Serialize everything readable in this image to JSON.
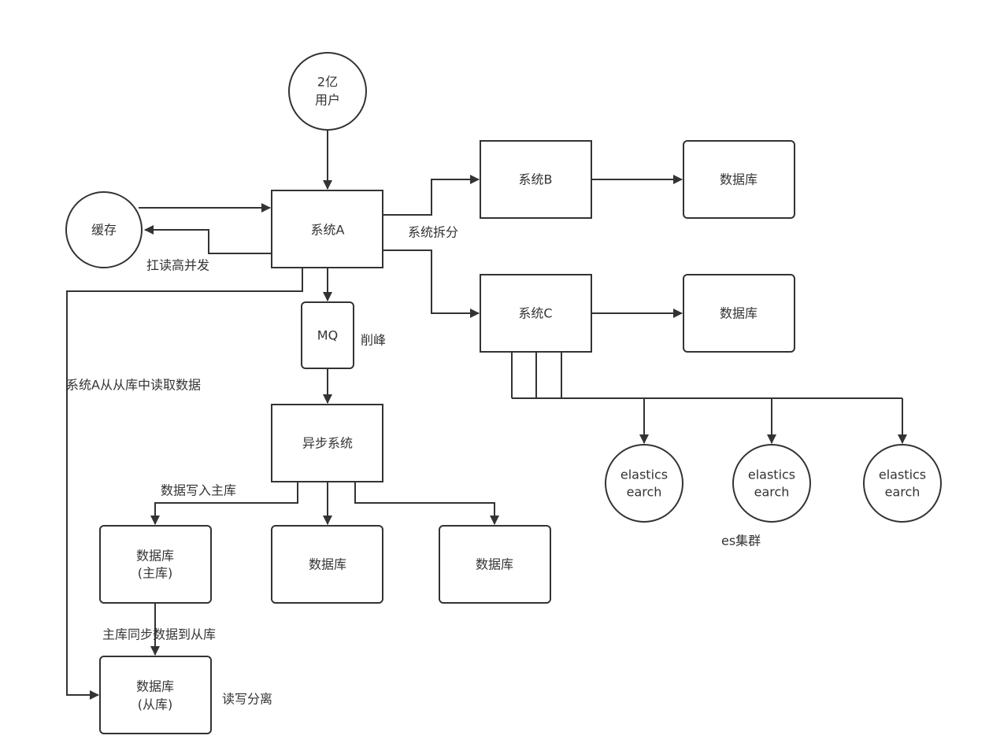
{
  "diagram": {
    "colors": {
      "stroke": "#333333",
      "fill": "#ffffff",
      "text": "#333333"
    },
    "nodes": {
      "users": {
        "lines": [
          "2亿",
          "用户"
        ],
        "shape": "circle"
      },
      "cache": {
        "lines": [
          "缓存"
        ],
        "shape": "circle"
      },
      "system_a": {
        "lines": [
          "系统A"
        ],
        "shape": "rect"
      },
      "system_b": {
        "lines": [
          "系统B"
        ],
        "shape": "rect"
      },
      "system_c": {
        "lines": [
          "系统C"
        ],
        "shape": "rect"
      },
      "db_b": {
        "lines": [
          "数据库"
        ],
        "shape": "rounded-rect"
      },
      "db_c": {
        "lines": [
          "数据库"
        ],
        "shape": "rounded-rect"
      },
      "mq": {
        "lines": [
          "MQ"
        ],
        "shape": "rounded-rect"
      },
      "async_system": {
        "lines": [
          "异步系统"
        ],
        "shape": "rect"
      },
      "db_master": {
        "lines": [
          "数据库",
          "(主库)"
        ],
        "shape": "rounded-rect"
      },
      "db_async_2": {
        "lines": [
          "数据库"
        ],
        "shape": "rounded-rect"
      },
      "db_async_3": {
        "lines": [
          "数据库"
        ],
        "shape": "rounded-rect"
      },
      "db_slave": {
        "lines": [
          "数据库",
          "(从库)"
        ],
        "shape": "rounded-rect"
      },
      "es_1": {
        "lines": [
          "elastics",
          "earch"
        ],
        "shape": "circle"
      },
      "es_2": {
        "lines": [
          "elastics",
          "earch"
        ],
        "shape": "circle"
      },
      "es_3": {
        "lines": [
          "elastics",
          "earch"
        ],
        "shape": "circle"
      }
    },
    "labels": {
      "high_concurrency": "扛读高并发",
      "system_split": "系统拆分",
      "peak_shaving": "削峰",
      "read_from_slave": "系统A从从库中读取数据",
      "write_master": "数据写入主库",
      "sync_master_slave": "主库同步数据到从库",
      "read_write_split": "读写分离",
      "es_cluster": "es集群"
    },
    "edges": [
      {
        "from": "users",
        "to": "system_a"
      },
      {
        "from": "cache",
        "to": "system_a"
      },
      {
        "from": "system_a",
        "to": "cache",
        "label": "high_concurrency"
      },
      {
        "from": "system_a",
        "to": "system_b",
        "label": "system_split"
      },
      {
        "from": "system_a",
        "to": "system_c",
        "label": "system_split"
      },
      {
        "from": "system_b",
        "to": "db_b"
      },
      {
        "from": "system_c",
        "to": "db_c"
      },
      {
        "from": "system_a",
        "to": "mq",
        "label": "peak_shaving"
      },
      {
        "from": "mq",
        "to": "async_system"
      },
      {
        "from": "async_system",
        "to": "db_master",
        "label": "write_master"
      },
      {
        "from": "async_system",
        "to": "db_async_2"
      },
      {
        "from": "async_system",
        "to": "db_async_3"
      },
      {
        "from": "db_master",
        "to": "db_slave",
        "label": "sync_master_slave"
      },
      {
        "from": "system_a",
        "to": "db_slave",
        "label": "read_from_slave"
      },
      {
        "from": "system_c",
        "to": "es_1"
      },
      {
        "from": "system_c",
        "to": "es_2"
      },
      {
        "from": "system_c",
        "to": "es_3"
      }
    ]
  }
}
